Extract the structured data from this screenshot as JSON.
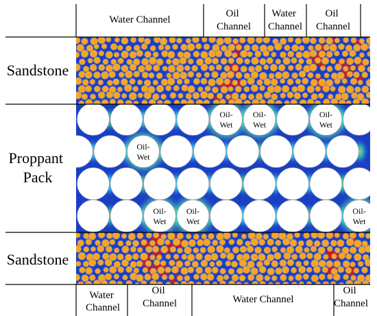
{
  "side_labels": {
    "top_sandstone": "Sandstone",
    "proppant": [
      "Proppant",
      "Pack"
    ],
    "bottom_sandstone": "Sandstone"
  },
  "top_channels": [
    {
      "lines": [
        "Water Channel"
      ]
    },
    {
      "lines": [
        "Oil",
        "Channel"
      ]
    },
    {
      "lines": [
        "Water",
        "Channel"
      ]
    },
    {
      "lines": [
        "Oil",
        "Channel"
      ]
    }
  ],
  "bottom_channels": [
    {
      "lines": [
        "Water",
        "Channel"
      ]
    },
    {
      "lines": [
        "Oil",
        "Channel"
      ]
    },
    {
      "lines": [
        "Water Channel"
      ]
    },
    {
      "lines": [
        "Oil",
        "Channel"
      ]
    }
  ],
  "oil_wet_label": [
    "Oil-",
    "Wet"
  ],
  "proppant_rows": 4,
  "proppant_cols": [
    9,
    9,
    9,
    9
  ],
  "oil_wet_grains": [
    {
      "row": 0,
      "col": 4
    },
    {
      "row": 0,
      "col": 5
    },
    {
      "row": 0,
      "col": 7
    },
    {
      "row": 1,
      "col": 2
    },
    {
      "row": 3,
      "col": 2
    },
    {
      "row": 3,
      "col": 3
    },
    {
      "row": 3,
      "col": 8
    }
  ],
  "colors": {
    "background_field": "#1a3fc4",
    "sand_grain": "#f5a623",
    "sand_grain_edge": "#9a8a9a",
    "proppant_grain": "#ffffff",
    "oil_red": "#d81a10",
    "oil_yellow": "#f0e020",
    "water_cyan": "#25c6ff",
    "water_green": "#3ad8a0",
    "divider": "#000000"
  }
}
